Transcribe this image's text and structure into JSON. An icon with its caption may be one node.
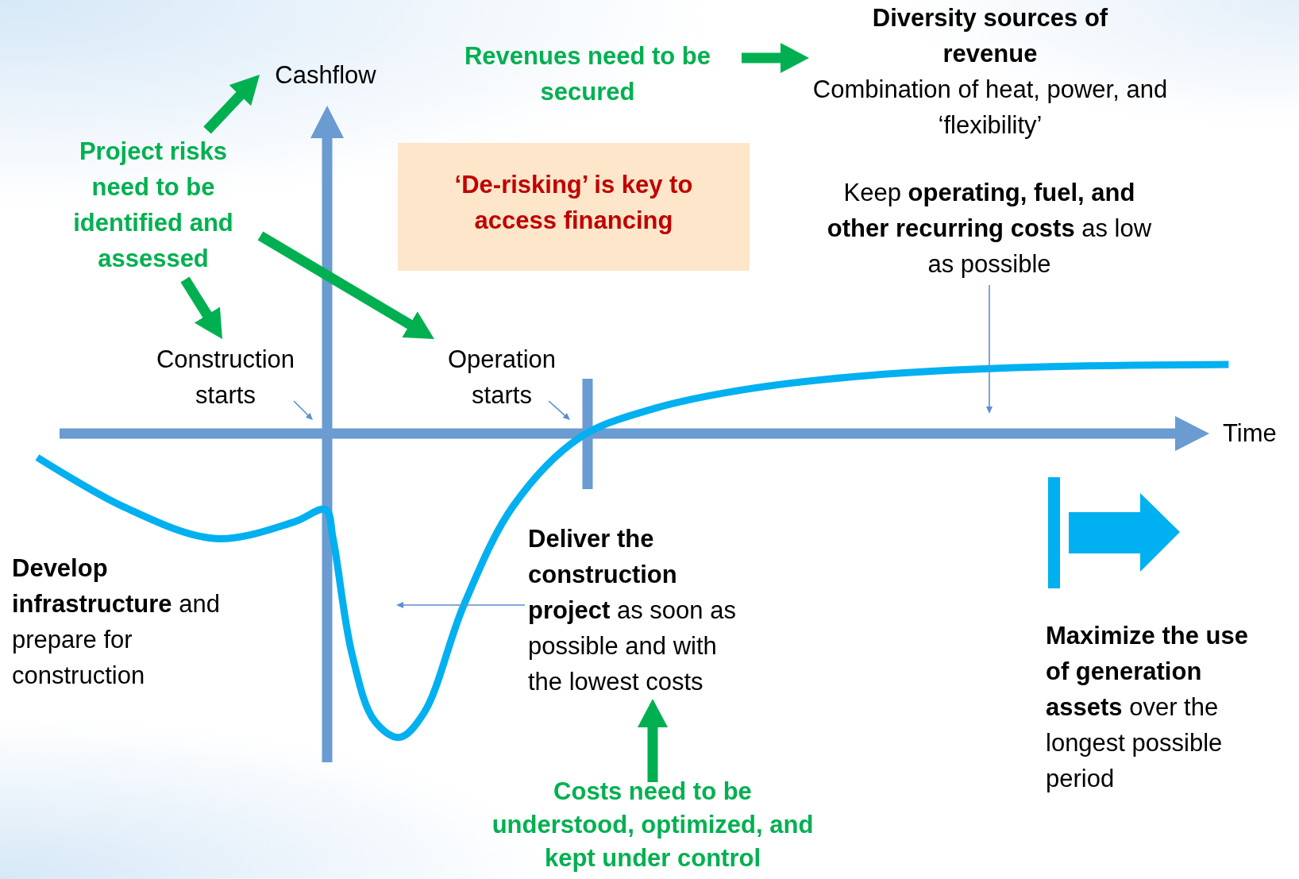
{
  "diagram": {
    "nodes": [
      {
        "text": [
          "Cashflow"
        ]
      },
      {
        "text": [
          "Revenues need to be secured"
        ]
      },
      {
        "text": [
          "Diversity sources of revenue",
          "Combination of heat, power, and ‘flexibility’"
        ]
      },
      {
        "text": [
          "Project risks need to be identified and assessed"
        ]
      },
      {
        "text": [
          "‘De-risking’ is key to access financing"
        ]
      },
      {
        "text": [
          "Keep **operating, fuel, and other recurring costs** as low as possible"
        ]
      },
      {
        "text": [
          "Construction starts"
        ]
      },
      {
        "text": [
          "Operation starts"
        ]
      },
      {
        "text": [
          "**Develop infrastructure** and prepare for construction"
        ]
      },
      {
        "text": [
          "**Deliver the construction project** as soon as possible and with the lowest costs"
        ]
      },
      {
        "text": [
          "**Maximize the use of generation assets** over the longest possible period"
        ]
      },
      {
        "text": [
          "Costs need to be understood, optimized, and kept under control"
        ]
      },
      {
        "text": [],
        "shape": "arrow",
        "beside": [
          "Time"
        ]
      }
    ],
    "edges": [
      {
        "from": 3,
        "to": 0,
        "arrow": "to"
      },
      {
        "from": 1,
        "to": 2,
        "arrow": "to"
      },
      {
        "from": 3,
        "to": 6,
        "arrow": "to"
      },
      {
        "from": 3,
        "to": 7,
        "arrow": "to"
      },
      {
        "from": 11,
        "to": 9,
        "arrow": "to"
      },
      {
        "from": 6,
        "to": 12,
        "arrow": "to",
        "color": "#5b8fd0"
      },
      {
        "from": 7,
        "to": 12,
        "arrow": "to",
        "color": "#5b8fd0"
      },
      {
        "from": 5,
        "to": 12,
        "arrow": "to",
        "color": "#5b8fd0"
      },
      {
        "from": 9,
        "to": null,
        "arrow": "to",
        "color": "#5b8fd0"
      }
    ]
  }
}
